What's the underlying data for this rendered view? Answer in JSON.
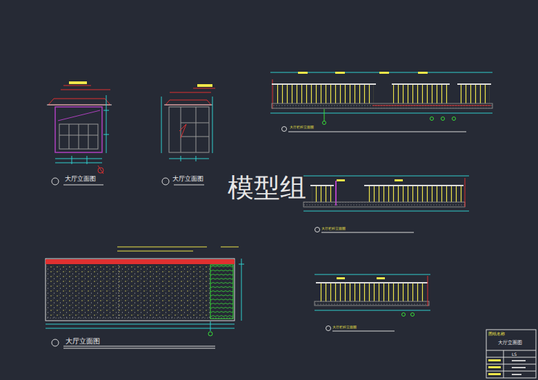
{
  "diagram": {
    "labels": [
      "模型组",
      "大厅立面图",
      "大厅立面图",
      "大厅立面图",
      "大厅栏杆立面图",
      "大厅栏杆立面图",
      "大厅栏杆立面图",
      "图纸名称",
      "大厅立面图",
      "LS"
    ]
  }
}
